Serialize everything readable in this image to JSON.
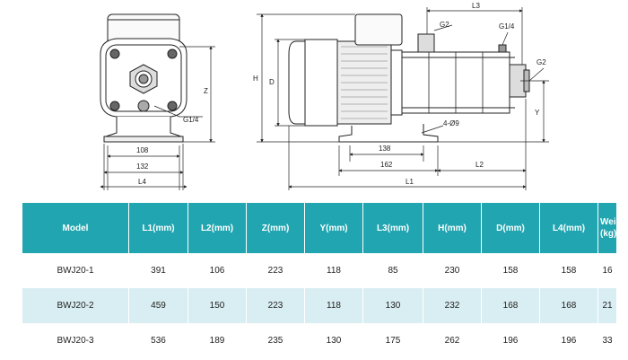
{
  "drawing": {
    "front_labels": {
      "z": "Z",
      "g_quarter": "G1/4",
      "d108": "108",
      "d132": "132",
      "l4": "L4"
    },
    "side_labels": {
      "l3": "L3",
      "g2_top": "G2",
      "g_quarter": "G1/4",
      "g2_right": "G2",
      "h": "H",
      "d": "D",
      "y": "Y",
      "holes": "4-Ø9",
      "d138": "138",
      "d162": "162",
      "l2": "L2",
      "l1": "L1"
    }
  },
  "table": {
    "headers": [
      "Model",
      "L1(mm)",
      "L2(mm)",
      "Z(mm)",
      "Y(mm)",
      "L3(mm)",
      "H(mm)",
      "D(mm)",
      "L4(mm)",
      "Weight\n(kg)"
    ],
    "rows": [
      [
        "BWJ20-1",
        "391",
        "106",
        "223",
        "118",
        "85",
        "230",
        "158",
        "158",
        "16"
      ],
      [
        "BWJ20-2",
        "459",
        "150",
        "223",
        "118",
        "130",
        "232",
        "168",
        "168",
        "21"
      ],
      [
        "BWJ20-3",
        "536",
        "189",
        "235",
        "130",
        "175",
        "262",
        "196",
        "196",
        "33"
      ]
    ]
  }
}
